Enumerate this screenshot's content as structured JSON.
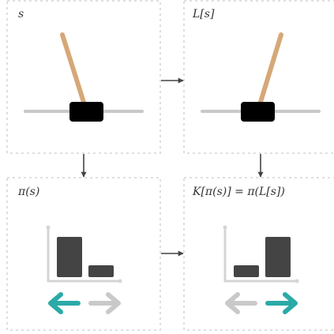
{
  "panels": {
    "state": {
      "label": "s"
    },
    "transformed_state": {
      "label": "L[s]"
    },
    "policy": {
      "label": "π(s)",
      "bar_levels": [
        1.0,
        0.3
      ],
      "active_action": "left"
    },
    "transformed_policy": {
      "label": "K[π(s)] = π(L[s])",
      "bar_levels": [
        0.3,
        1.0
      ],
      "active_action": "right"
    }
  },
  "colors": {
    "pole": "#d6a878",
    "cart": "#000000",
    "track": "#c8c8c8",
    "bar": "#444444",
    "axis": "#d4d4d4",
    "active_arrow": "#2aaaa8",
    "inactive_arrow": "#c9c9c9",
    "connector_arrow": "#444444",
    "panel_border": "#cccccc"
  },
  "icons": {
    "connector": "arrow-right / arrow-down",
    "action_left": "arrow-left-icon",
    "action_right": "arrow-right-icon"
  }
}
